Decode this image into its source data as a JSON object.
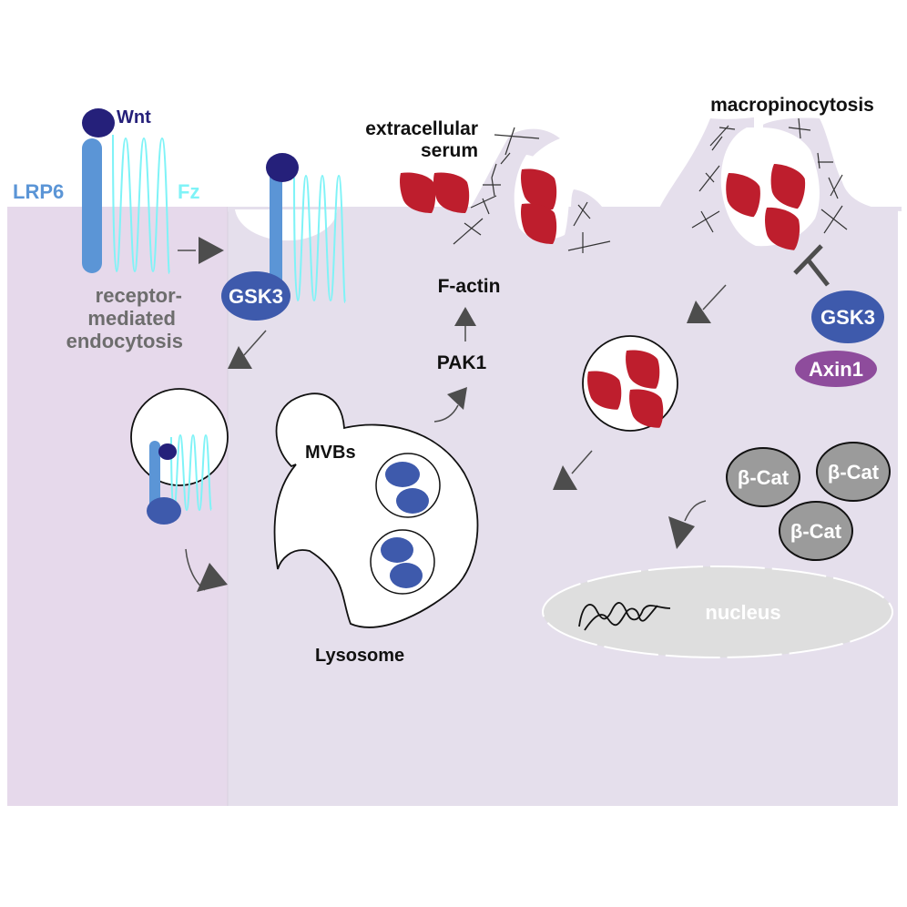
{
  "colors": {
    "cell_left": "#e6d9eb",
    "cell_right": "#e5dfec",
    "white": "#ffffff",
    "wnt": "#25207a",
    "lrp6": "#5b95d6",
    "fz": "#7ff3f7",
    "gsk3": "#3e5aac",
    "axin1": "#8e4c9c",
    "serum": "#be1e2d",
    "beta_cat": "#9b9b9b",
    "nucleus": "#dedede",
    "arrow": "#4d4d4d",
    "text_dark": "#111111",
    "text_gray": "#6d6d6d",
    "actin": "#333333"
  },
  "labels": {
    "wnt": "Wnt",
    "lrp6": "LRP6",
    "fz": "Fz",
    "receptor_line1": "receptor-",
    "receptor_line2": "mediated",
    "receptor_line3": "endocytosis",
    "gsk3_left": "GSK3",
    "extracellular_line1": "extracellular",
    "extracellular_line2": "serum",
    "macropinocytosis": "macropinocytosis",
    "f_actin": "F-actin",
    "pak1": "PAK1",
    "gsk3_right": "GSK3",
    "axin1": "Axin1",
    "mvbs": "MVBs",
    "lysosome": "Lysosome",
    "beta_cat_1": "β-Cat",
    "beta_cat_2": "β-Cat",
    "beta_cat_3": "β-Cat",
    "nucleus": "nucleus"
  }
}
